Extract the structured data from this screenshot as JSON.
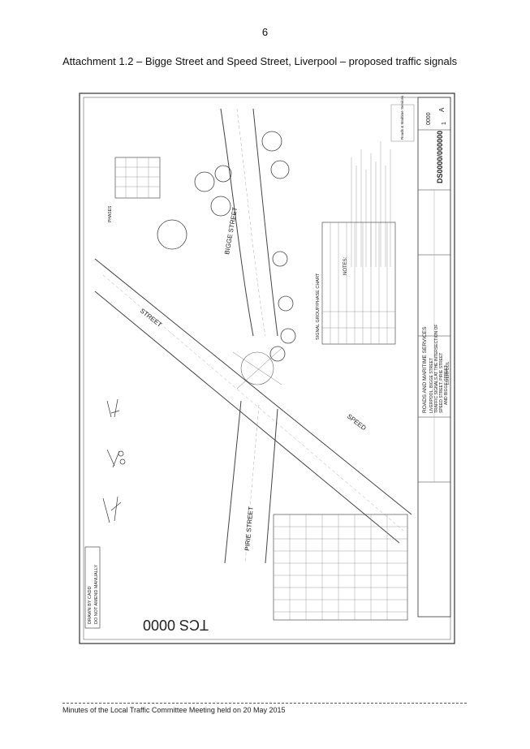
{
  "page": {
    "number": "6",
    "attachment_title": "Attachment 1.2 – Bigge Street and Speed Street, Liverpool – proposed traffic signals",
    "footer": "Minutes of the Local Traffic Committee Meeting held on 20 May 2015"
  },
  "plan": {
    "drawing_code": "TCS 0000",
    "street_labels": [
      "BIGGE STREET",
      "STREET",
      "SPEED",
      "PIRIE STREET"
    ],
    "stamp_lines": [
      "DRAWN BY CADD",
      "DO NOT AMEND MANUALLY"
    ],
    "title_block": {
      "authority": "ROADS AND MARITIME SERVICES",
      "lines": [
        "LIVERPOOL, BIGGE STREET",
        "TRAFFIC SIGNALS AT THE INTERSECTION OF",
        "SPEED STREET, PIRIE STREET",
        "AND BIGGE STREET",
        "LIVERPOOL"
      ],
      "drawing_number": "DS0000/000000",
      "sheet": "0000",
      "issue": "A",
      "issue_no": "1"
    },
    "notes_heading": "NOTES:",
    "signal_chart_heading": "SIGNAL GROUP/PHASE CHART",
    "phases_heading": "PHASES",
    "agency": "Roads & Maritime Services"
  }
}
